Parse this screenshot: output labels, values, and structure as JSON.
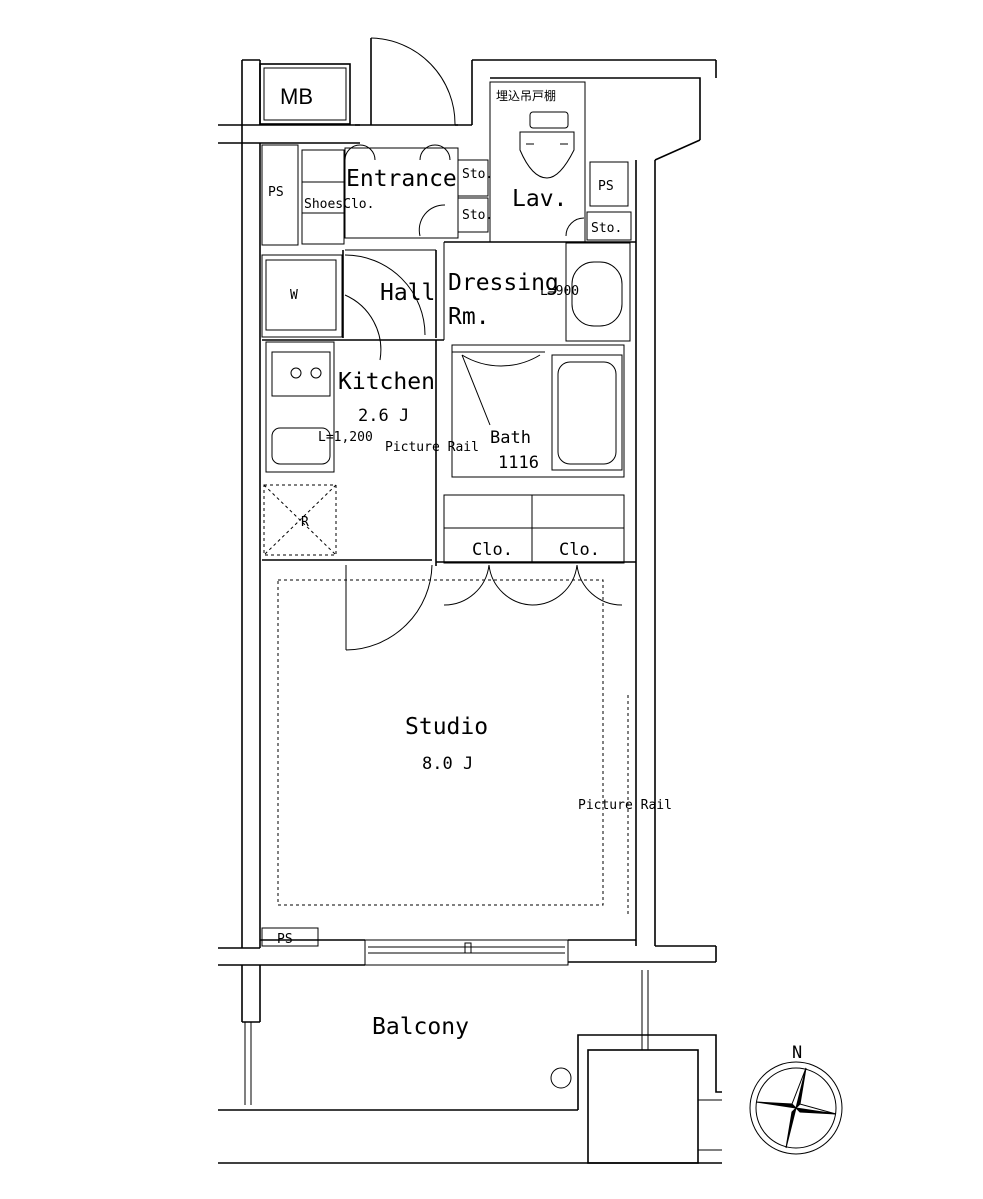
{
  "floorplan": {
    "rooms": {
      "mb": "MB",
      "entrance": "Entrance",
      "shoes_closet": "ShoesClo.",
      "storage_1": "Sto.",
      "storage_2": "Sto.",
      "storage_3": "Sto.",
      "lavatory": "Lav.",
      "overhead_cabinet": "埋込吊戸棚",
      "ps_1": "PS",
      "ps_2": "PS",
      "ps_3": "PS",
      "washer": "W",
      "hall": "Hall",
      "dressing_line1": "Dressing",
      "dressing_line2": "Rm.",
      "vanity_width": "L=900",
      "kitchen": "Kitchen",
      "kitchen_size": "2.6 J",
      "kitchen_counter": "L=1,200",
      "picture_rail_1": "Picture Rail",
      "bath": "Bath",
      "bath_size": "1116",
      "refrigerator": "R",
      "closet_1": "Clo.",
      "closet_2": "Clo.",
      "studio": "Studio",
      "studio_size": "8.0 J",
      "picture_rail_2": "Picture Rail",
      "balcony": "Balcony",
      "compass_north": "N"
    }
  }
}
